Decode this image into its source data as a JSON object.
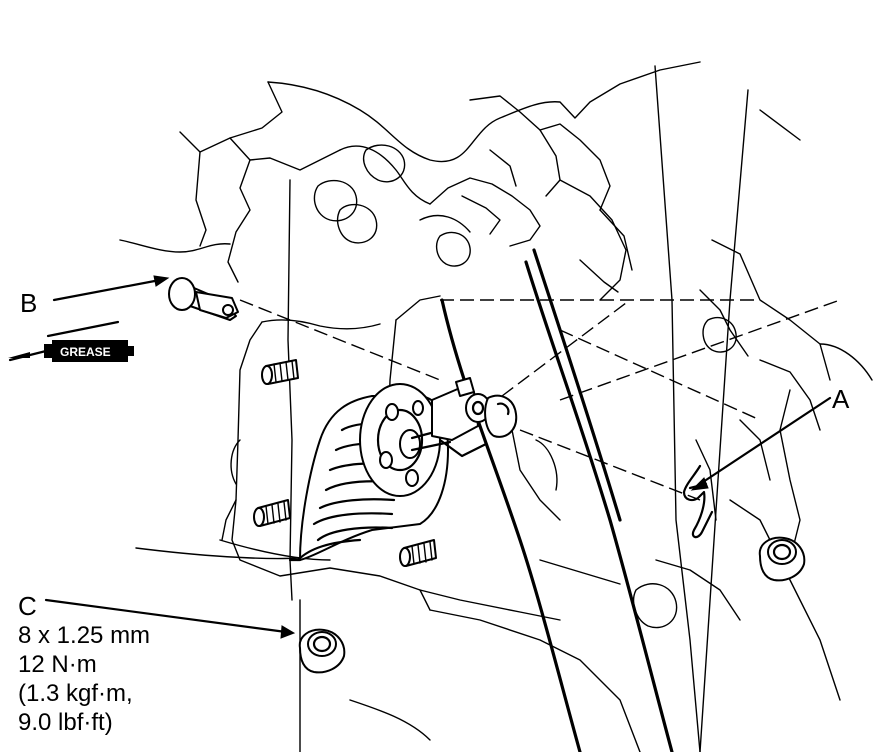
{
  "labels": {
    "a": "A",
    "b": "B",
    "c": "C",
    "grease": "GREASE"
  },
  "spec_c": {
    "line1": "8 x 1.25 mm",
    "line2": "12 N·m",
    "line3": "(1.3 kgf·m,",
    "line4": "9.0 lbf·ft)"
  }
}
